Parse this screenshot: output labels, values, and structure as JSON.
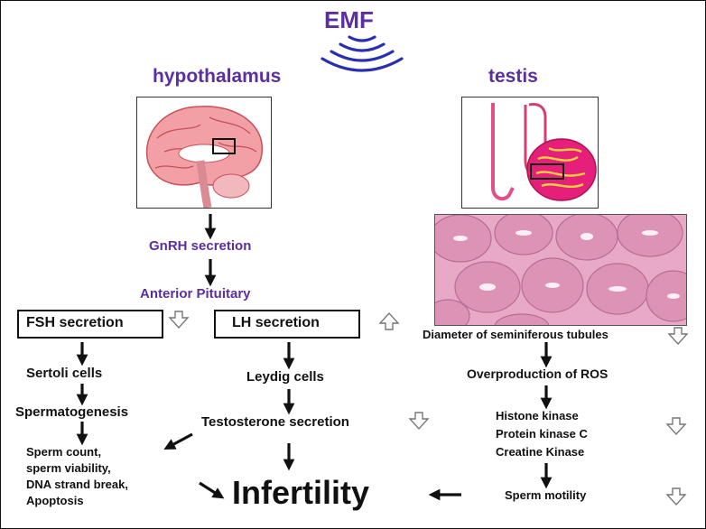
{
  "title": "EMF",
  "left_column": {
    "organ": "hypothalamus",
    "gnrh": "GnRH secretion",
    "pituitary": "Anterior Pituitary",
    "fsh": "FSH secretion",
    "lh": "LH secretion",
    "sertoli": "Sertoli cells",
    "spermatogenesis": "Spermatogenesis",
    "sperm_effects": [
      "Sperm count,",
      "sperm viability,",
      "DNA strand break,",
      "Apoptosis"
    ],
    "leydig": "Leydig cells",
    "testosterone": "Testosterone secretion"
  },
  "right_column": {
    "organ": "testis",
    "diameter": "Diameter of seminiferous tubules",
    "ros": "Overproduction of ROS",
    "kinases": [
      "Histone kinase",
      "Protein kinase C",
      "Creatine Kinase"
    ],
    "motility": "Sperm motility"
  },
  "outcome": "Infertility",
  "colors": {
    "heading": "#5b2fa0",
    "text": "#111111",
    "wave": "#2a2fb0",
    "histology": "#e7a9c6"
  }
}
